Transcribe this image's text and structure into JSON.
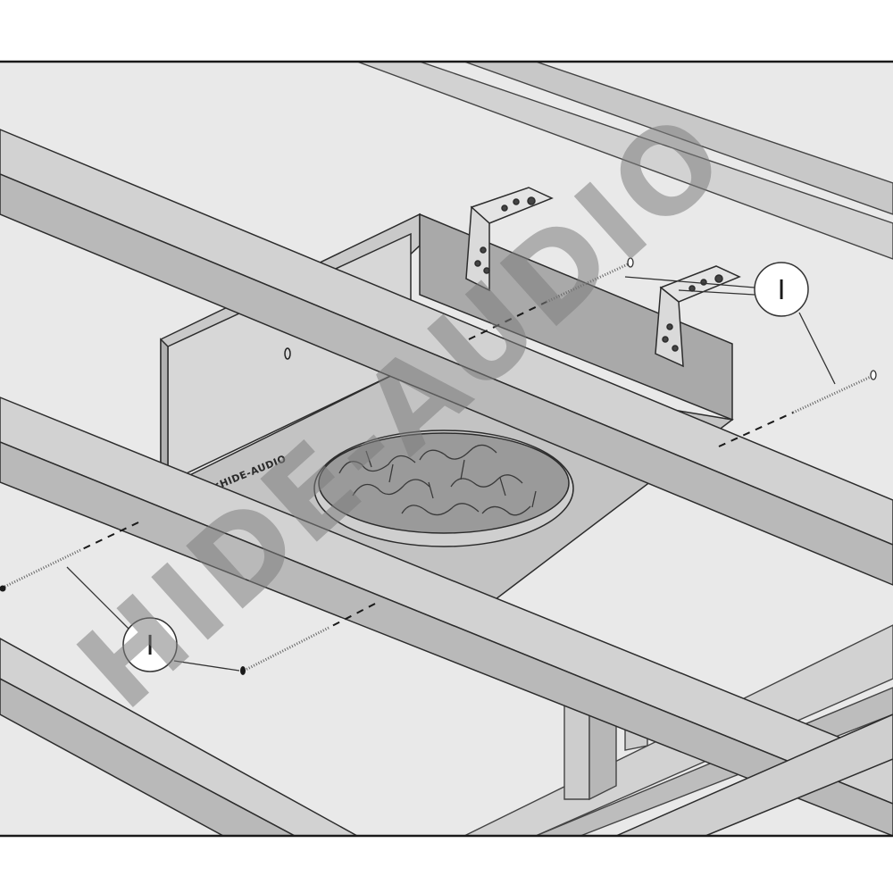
{
  "diagram": {
    "callouts": [
      {
        "id": "screw-callout-top-right",
        "label": "I"
      },
      {
        "id": "screw-callout-bottom-left",
        "label": "I"
      }
    ],
    "box_brand_text": "HIDE-AUDIO",
    "watermark": "HIDE-AUDIO",
    "colors": {
      "frame_border": "#1a1a1a",
      "joist_face": "#d2d2d2",
      "joist_side": "#b9b9b9",
      "ceiling_background": "#e9e9e9",
      "box_side": "#b3b3b3",
      "box_bottom": "#c3c3c3",
      "speaker_opening": "#9a9a9a",
      "bracket": "#dadada",
      "watermark": "#7d7d7d"
    }
  }
}
